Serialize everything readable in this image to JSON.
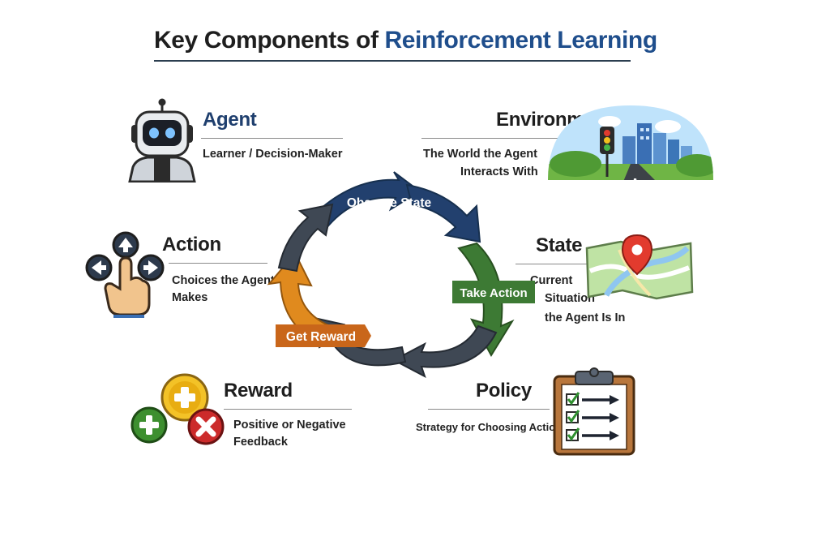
{
  "title": {
    "part1": "Key Components of",
    "part2": "Reinforcement Learning"
  },
  "colors": {
    "title_accent": "#1f4e8c",
    "cycle_navy": "#22406e",
    "cycle_green": "#3d7a34",
    "cycle_slate": "#3f4854",
    "cycle_orange": "#e08a1e",
    "reward_label": "#c9661a"
  },
  "components": {
    "agent": {
      "title": "Agent",
      "description": "Learner / Decision-Maker",
      "icon": "robot-icon"
    },
    "environment": {
      "title": "Environment",
      "description_line1": "The World the Agent",
      "description_line2": "Interacts With",
      "icon": "city-road-icon"
    },
    "action": {
      "title": "Action",
      "description_line1": "Choices the Agent",
      "description_line2": "Makes",
      "icon": "hand-arrows-icon"
    },
    "state": {
      "title": "State",
      "description_line1": "Current",
      "description_line2": "Situation",
      "description_line3": "the Agent Is In",
      "icon": "map-pin-icon"
    },
    "reward": {
      "title": "Reward",
      "description_line1": "Positive or Negative",
      "description_line2": "Feedback",
      "icon": "coins-icon"
    },
    "policy": {
      "title": "Policy",
      "description": "Strategy for Choosing Actions",
      "icon": "clipboard-checklist-icon"
    }
  },
  "cycle": {
    "observe_state": "Observe State",
    "take_action": "Take Action",
    "get_reward": "Get Reward"
  }
}
